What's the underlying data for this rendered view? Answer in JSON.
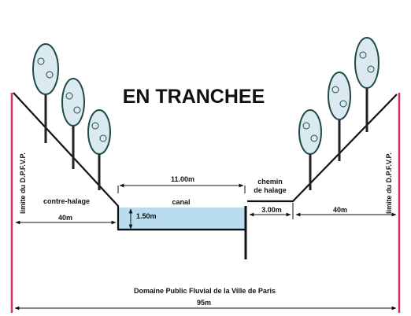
{
  "title": "EN TRANCHEE",
  "labels": {
    "limit_left": "limite du D.P.F.V.P.",
    "limit_right": "limite du D.P.F.V.P.",
    "contre_halage": "contre-halage",
    "canal": "canal",
    "chemin_line1": "chemin",
    "chemin_line2": "de halage",
    "domaine": "Domaine Public Fluvial de la Ville de Paris"
  },
  "dimensions": {
    "left_bank": "40m",
    "right_bank": "40m",
    "canal_width": "11.00m",
    "depth": "1.50m",
    "towpath": "3.00m",
    "total": "95m"
  },
  "colors": {
    "line": "#111111",
    "limit": "#d0306a",
    "water": "#b9dcee",
    "tree_fill": "#dbeaf0",
    "tree_line": "#1f4a45",
    "trunk": "#222222"
  }
}
